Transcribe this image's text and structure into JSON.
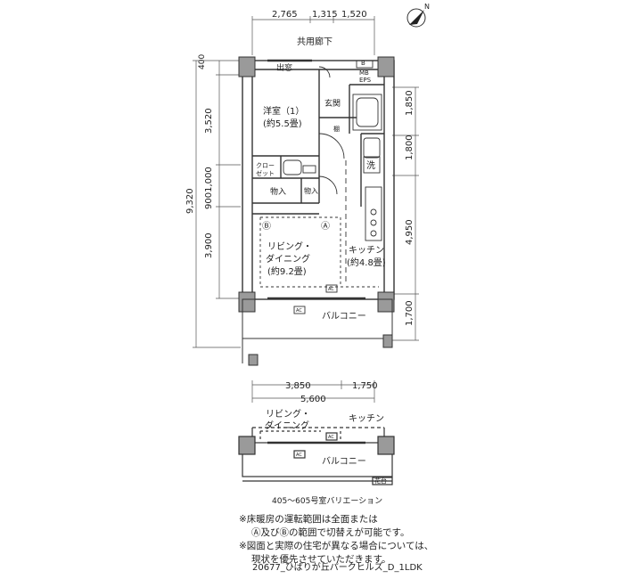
{
  "dimensions": {
    "top": [
      "2,765",
      "1,315",
      "1,520"
    ],
    "left_total": "9,320",
    "left_segments": [
      "400",
      "3,520",
      "9001,000",
      "3,900"
    ],
    "right": [
      "1,850",
      "1,800",
      "4,950",
      "1,700"
    ],
    "bottom_main": [
      "3,850",
      "1,750"
    ],
    "bottom_total": "5,600"
  },
  "labels": {
    "corridor": "共用廊下",
    "window": "出窓",
    "mb": "MB",
    "eps": "EPS",
    "b_mark": "B",
    "western_room": "洋室（1）",
    "western_room_area": "(約5.5畳)",
    "entrance": "玄関",
    "shelf": "棚",
    "closet_line1": "クロー",
    "closet_line2": "ゼット",
    "storage": "物入",
    "storage_small": "物入",
    "wash": "洗",
    "zone_b": "Ⓑ",
    "zone_a": "Ⓐ",
    "living_line1": "リビング・",
    "living_line2": "ダイニング",
    "living_area": "(約9.2畳)",
    "kitchen": "キッチン",
    "kitchen_area": "(約4.8畳)",
    "ac": "AC",
    "balcony": "バルコニー"
  },
  "variation": {
    "living_line1": "リビング・",
    "living_line2": "ダイニング",
    "kitchen": "キッチン",
    "ac": "AC",
    "balcony": "バルコニー",
    "flower": "花台",
    "caption": "405〜605号室バリエーション"
  },
  "notes": [
    "※床暖房の運転範囲は全面または",
    "Ⓐ及びⒷの範囲で切替えが可能です。",
    "※図面と実際の住宅が異なる場合については、",
    "現状を優先させていただきます。"
  ],
  "footer": "20677_ひばりが丘パークヒルズ_D_1LDK",
  "compass": "N",
  "colors": {
    "line": "#333333",
    "pillar": "#9a9a9a",
    "dim": "#555555"
  }
}
